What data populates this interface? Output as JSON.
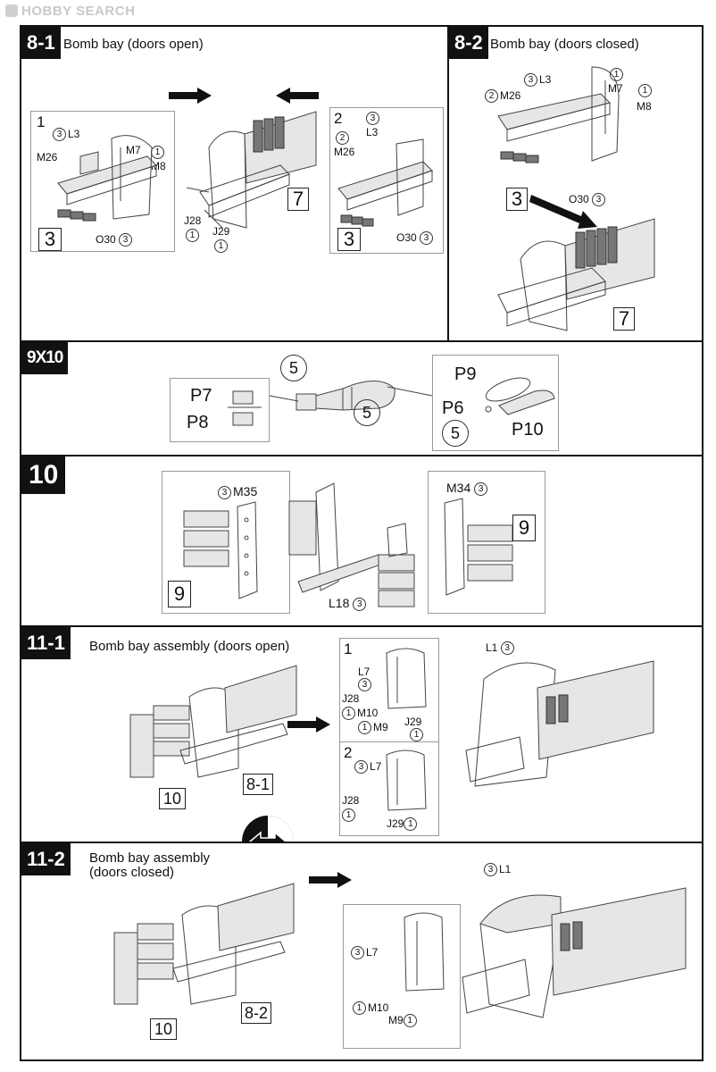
{
  "watermark": "HOBBY SEARCH",
  "step_8_1": {
    "num": "8-1",
    "title": "Bomb bay (doors open)",
    "sub1": "1",
    "sub2": "2",
    "l3": "L3",
    "m26": "M26",
    "m7": "M7",
    "m8": "M8",
    "o30": "O30",
    "j28": "J28",
    "j29": "J29",
    "box3": "3",
    "box7": "7",
    "c1": "1",
    "c2": "2",
    "c3": "3"
  },
  "step_8_2": {
    "num": "8-2",
    "title": "Bomb bay (doors closed)",
    "l3": "L3",
    "m26": "M26",
    "m7": "M7",
    "m8": "M8",
    "o30": "O30",
    "box3": "3",
    "box7": "7",
    "c1": "1",
    "c2": "2",
    "c3": "3"
  },
  "step_9x10": {
    "num": "9X10",
    "p7": "P7",
    "p8": "P8",
    "p9": "P9",
    "p6": "P6",
    "p10": "P10",
    "c5": "5"
  },
  "step_10": {
    "num": "10",
    "m35": "M35",
    "m34": "M34",
    "l18": "L18",
    "box9": "9",
    "c3": "3"
  },
  "step_11_1": {
    "num": "11-1",
    "title": "Bomb bay assembly (doors open)",
    "sub1": "1",
    "sub2": "2",
    "l7": "L7",
    "j28": "J28",
    "m10": "M10",
    "m9": "M9",
    "j29": "J29",
    "l1": "L1",
    "box10": "10",
    "box81": "8-1",
    "c1": "1",
    "c3": "3"
  },
  "step_11_2": {
    "num": "11-2",
    "title_line1": "Bomb bay assembly",
    "title_line2": "(doors closed)",
    "l1": "L1",
    "l7": "L7",
    "m10": "M10",
    "m9": "M9",
    "box10": "10",
    "box82": "8-2",
    "c1": "1",
    "c3": "3"
  }
}
